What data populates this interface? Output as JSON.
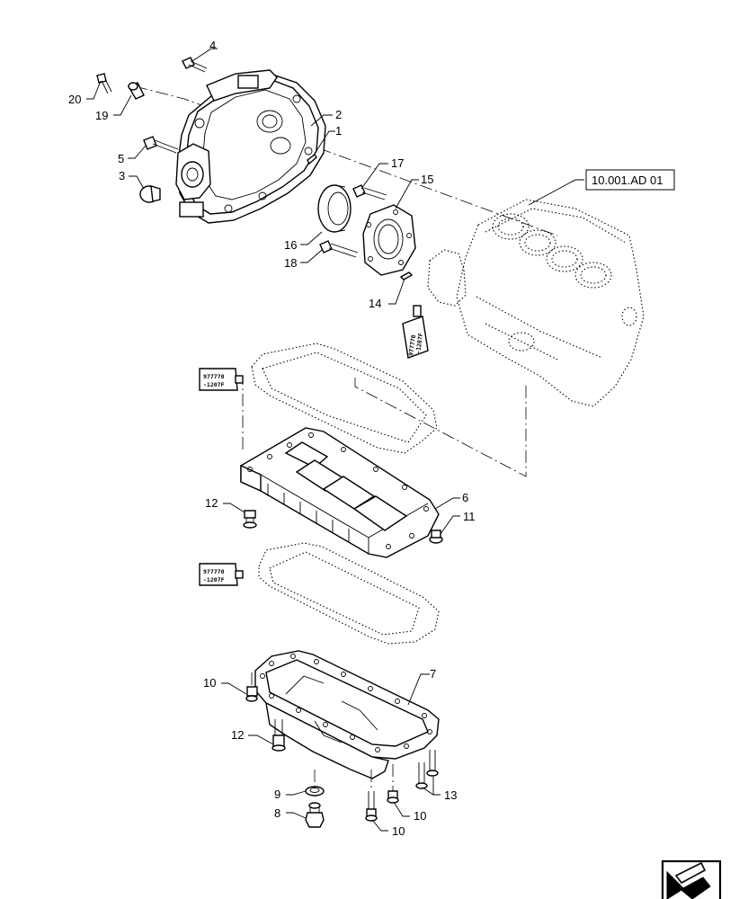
{
  "reference": {
    "label": "10.001.AD 01"
  },
  "sealant_tubes": [
    {
      "line1": "977770",
      "line2": "-1207F"
    },
    {
      "line1": "977770",
      "line2": "-1207F"
    },
    {
      "line1": "977770",
      "line2": "-1207F"
    }
  ],
  "callouts": {
    "c1": "1",
    "c2": "2",
    "c3": "3",
    "c4": "4",
    "c5": "5",
    "c6": "6",
    "c7": "7",
    "c8": "8",
    "c9": "9",
    "c10a": "10",
    "c10b": "10",
    "c10c": "10",
    "c11": "11",
    "c12a": "12",
    "c12b": "12",
    "c13": "13",
    "c14": "14",
    "c15": "15",
    "c16": "16",
    "c17": "17",
    "c18": "18",
    "c19": "19",
    "c20": "20"
  },
  "nav": {
    "icon": "next-page-arrow-icon"
  }
}
